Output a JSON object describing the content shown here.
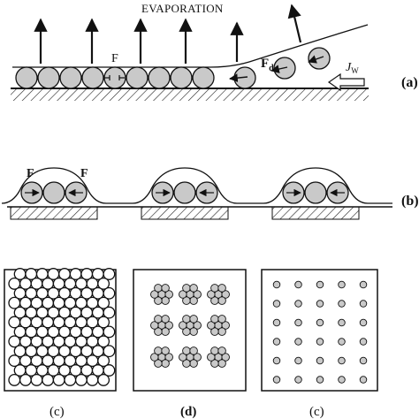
{
  "panel_a": {
    "evaporation_label": "EVAPORATION",
    "force_label": "F",
    "drag_label": "F",
    "drag_subscript": "d",
    "flux_label": "J",
    "flux_subscript": "W",
    "panel_label": "(a)"
  },
  "panel_b": {
    "force_left_label": "F",
    "force_right_label": "F",
    "panel_label": "(b)"
  },
  "bottom_labels": {
    "left": "(c)",
    "middle": "(d)",
    "right": "(c)"
  }
}
